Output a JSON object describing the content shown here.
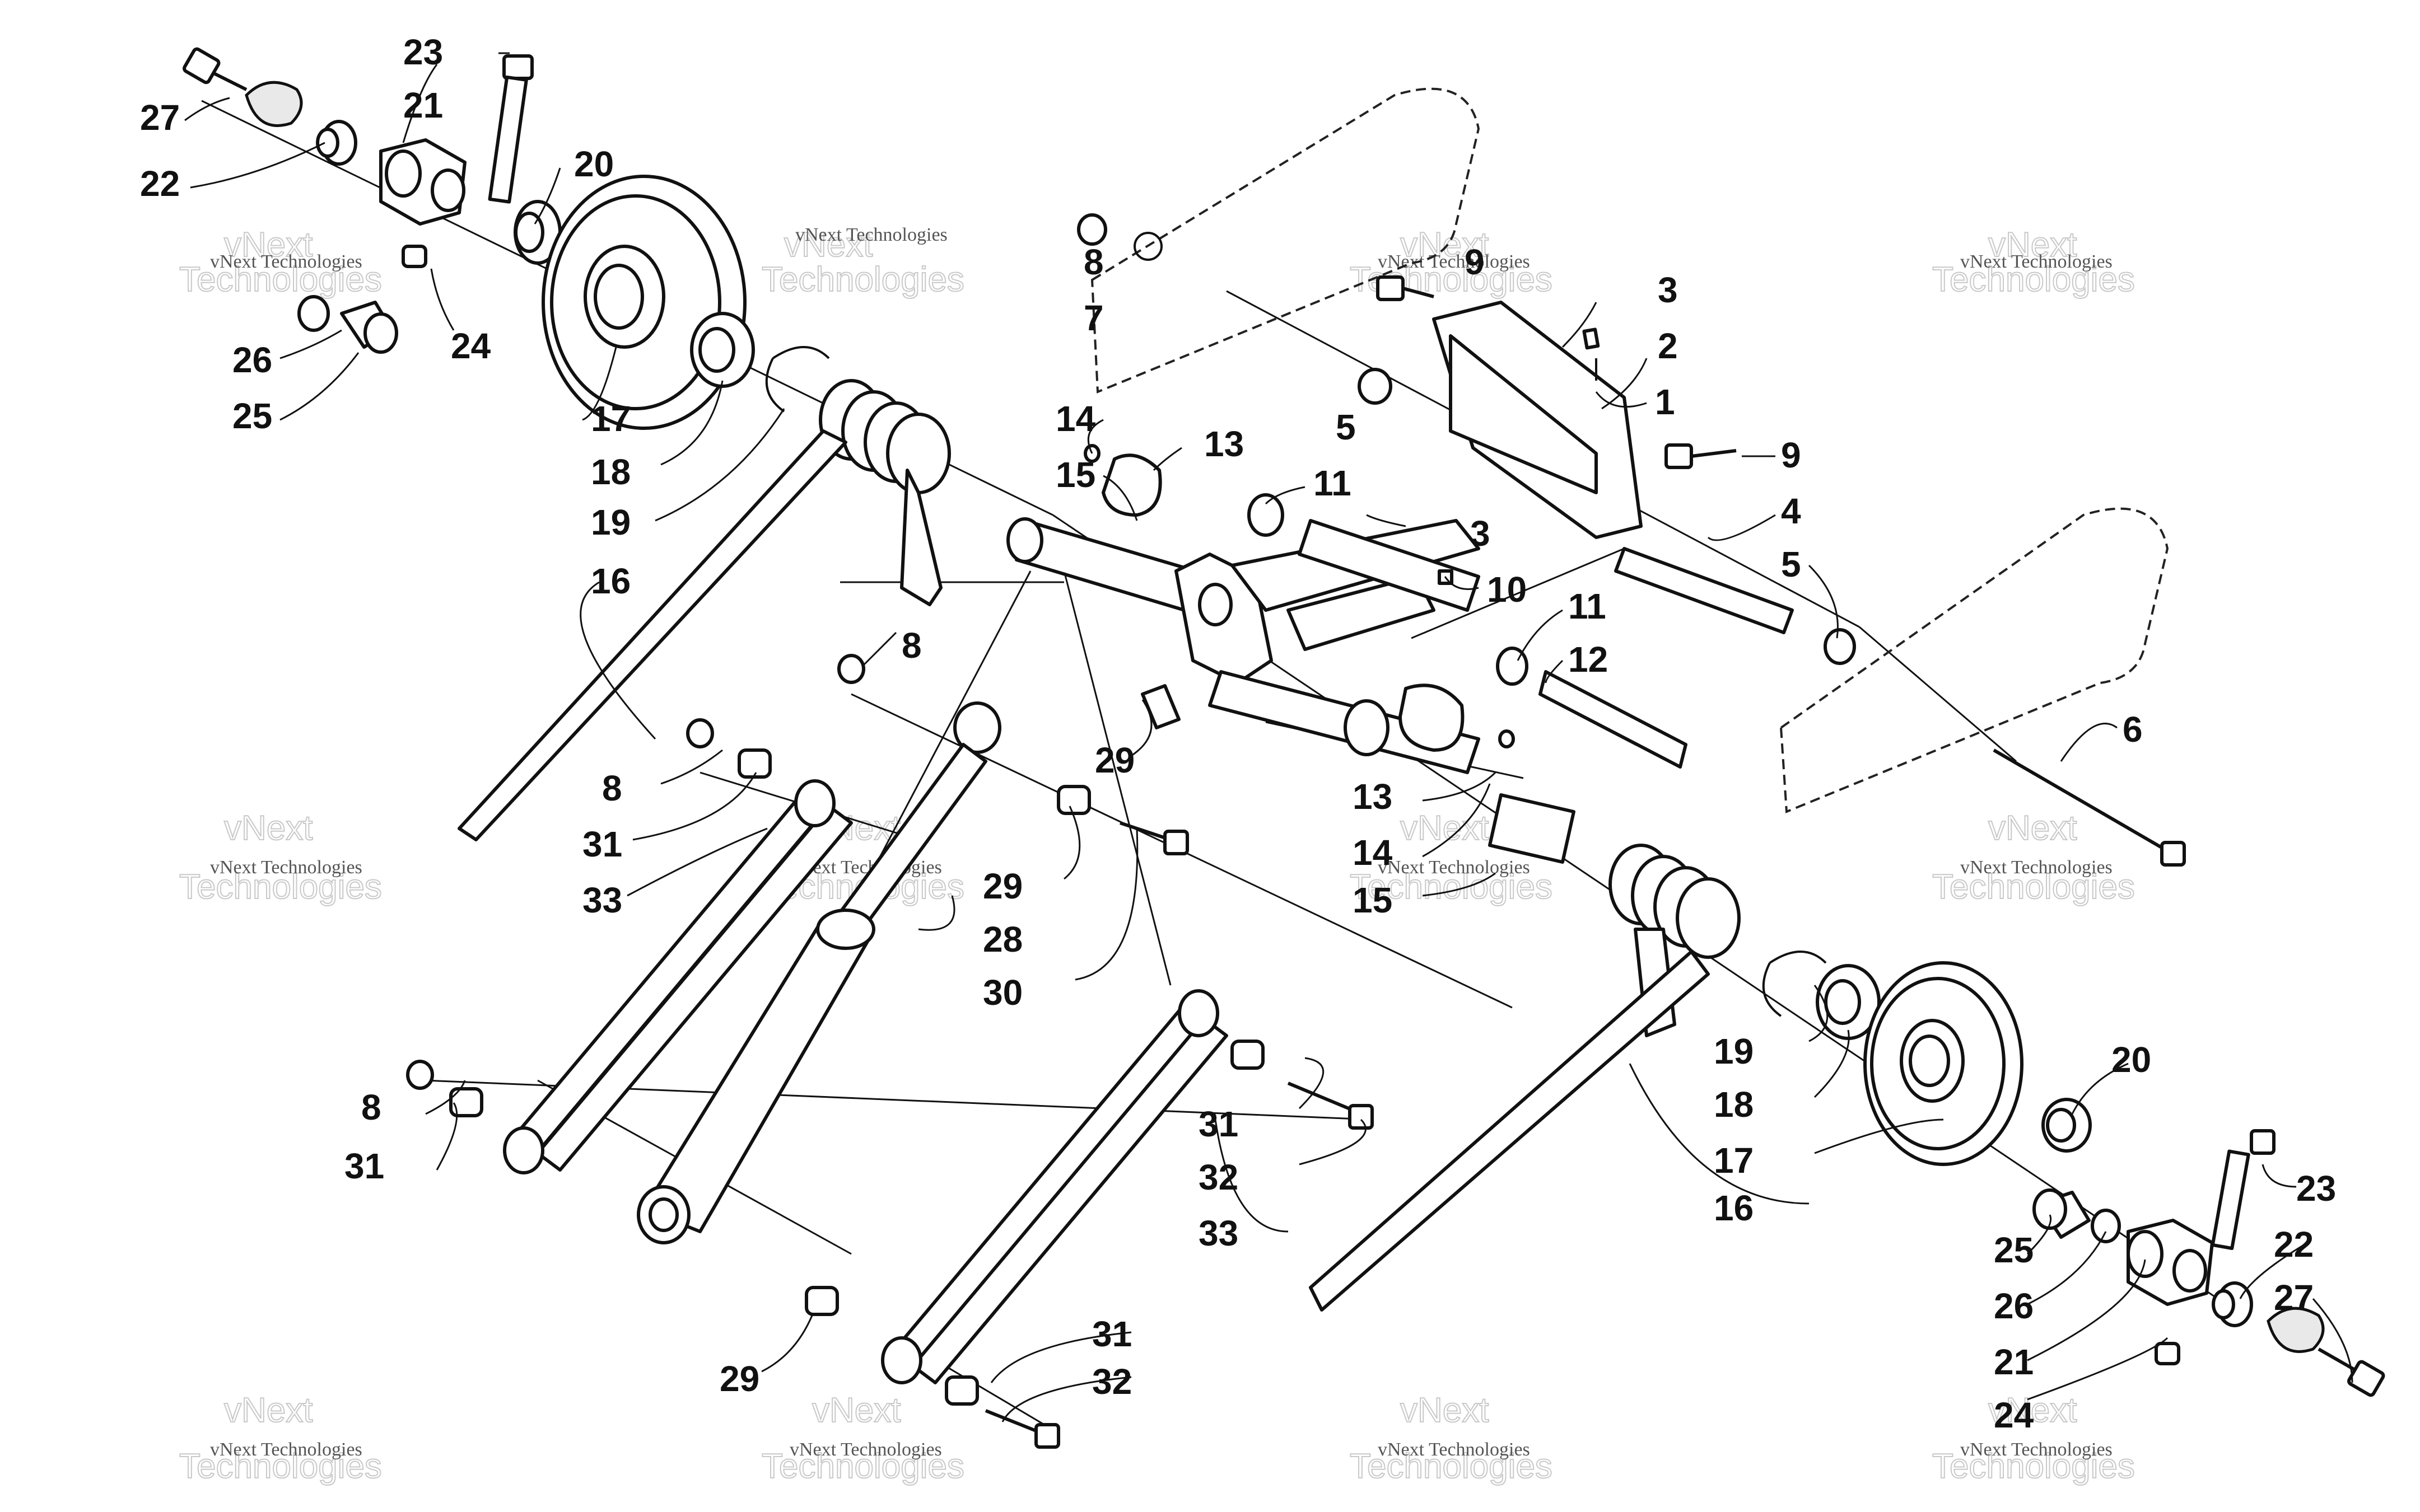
{
  "watermark": {
    "line1": "vNext Technologies",
    "line2": "vNext",
    "line3": "Technologies"
  },
  "callouts": {
    "c1": "1",
    "c2": "2",
    "c3a": "3",
    "c3b": "3",
    "c4": "4",
    "c5a": "5",
    "c5b": "5",
    "c6": "6",
    "c7": "7",
    "c8a": "8",
    "c8b": "8",
    "c8c": "8",
    "c8d": "8",
    "c9a": "9",
    "c9b": "9",
    "c10": "10",
    "c11a": "11",
    "c11b": "11",
    "c12": "12",
    "c13a": "13",
    "c13b": "13",
    "c14a": "14",
    "c14b": "14",
    "c15a": "15",
    "c15b": "15",
    "c16a": "16",
    "c16b": "16",
    "c17a": "17",
    "c17b": "17",
    "c18a": "18",
    "c18b": "18",
    "c19a": "19",
    "c19b": "19",
    "c20a": "20",
    "c20b": "20",
    "c21a": "21",
    "c21b": "21",
    "c22a": "22",
    "c22b": "22",
    "c23a": "23",
    "c23b": "23",
    "c24a": "24",
    "c24b": "24",
    "c25a": "25",
    "c25b": "25",
    "c26a": "26",
    "c26b": "26",
    "c27a": "27",
    "c27b": "27",
    "c28": "28",
    "c29a": "29",
    "c29b": "29",
    "c29c": "29",
    "c30": "30",
    "c31a": "31",
    "c31b": "31",
    "c31c": "31",
    "c31d": "31",
    "c32a": "32",
    "c32b": "32",
    "c33a": "33",
    "c33b": "33"
  }
}
